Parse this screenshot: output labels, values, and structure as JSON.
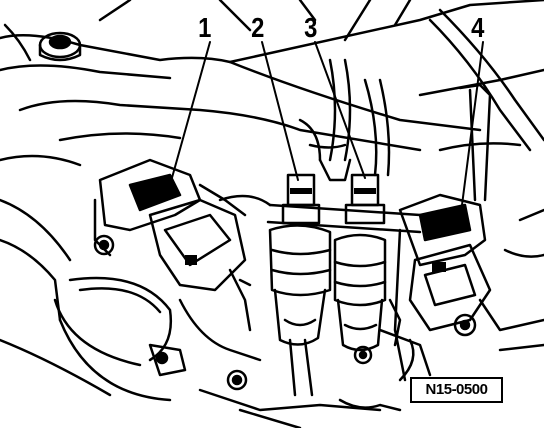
{
  "figure": {
    "callouts": {
      "c1": "1",
      "c2": "2",
      "c3": "3",
      "c4": "4"
    },
    "figure_id": "N15-0500"
  },
  "colors": {
    "ink": "#000000",
    "paper": "#ffffff"
  }
}
